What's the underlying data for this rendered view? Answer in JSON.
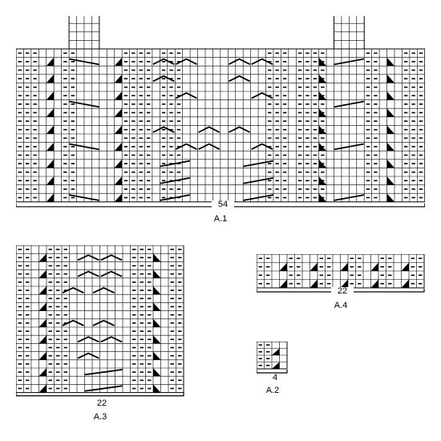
{
  "diagrams": [
    {
      "id": "a1",
      "count": "54",
      "name": "A.1"
    },
    {
      "id": "a3",
      "count": "22",
      "name": "A.3"
    },
    {
      "id": "a4",
      "count": "22",
      "name": "A.4"
    },
    {
      "id": "a2",
      "count": "4",
      "name": "A.2"
    }
  ],
  "symbols": {
    "purl": "purl-dash-symbol",
    "yarn_over": "yarn-over-triangle-symbol",
    "cable_left": "cable-left-symbol",
    "cable_right": "cable-right-symbol",
    "blank": "knit-blank-square"
  },
  "colors": {
    "line": "#000000",
    "background": "#ffffff"
  }
}
